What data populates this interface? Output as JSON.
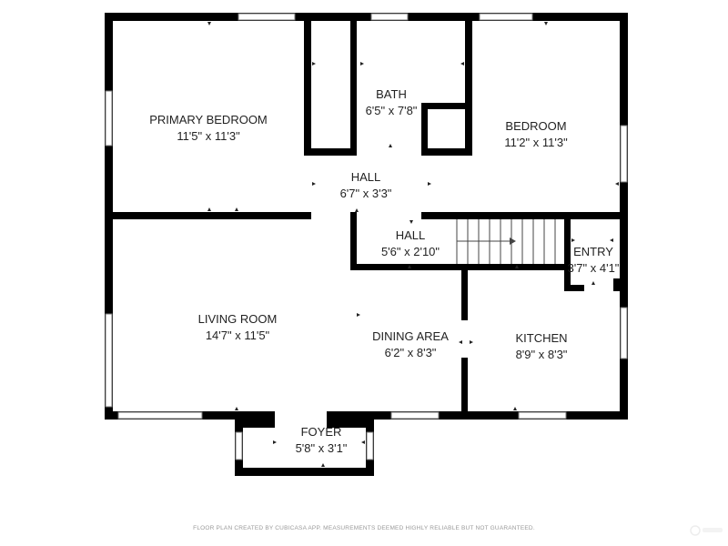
{
  "rooms": {
    "primary_bedroom": {
      "name": "PRIMARY BEDROOM",
      "dims": "11'5\" x 11'3\""
    },
    "bath": {
      "name": "BATH",
      "dims": "6'5\" x 7'8\""
    },
    "bedroom": {
      "name": "BEDROOM",
      "dims": "11'2\" x 11'3\""
    },
    "hall_upper": {
      "name": "HALL",
      "dims": "6'7\" x 3'3\""
    },
    "hall_lower": {
      "name": "HALL",
      "dims": "5'6\" x 2'10\""
    },
    "entry": {
      "name": "ENTRY",
      "dims": "3'7\" x 4'1\""
    },
    "living_room": {
      "name": "LIVING ROOM",
      "dims": "14'7\" x 11'5\""
    },
    "dining_area": {
      "name": "DINING AREA",
      "dims": "6'2\" x 8'3\""
    },
    "kitchen": {
      "name": "KITCHEN",
      "dims": "8'9\" x 8'3\""
    },
    "foyer": {
      "name": "FOYER",
      "dims": "5'8\" x 3'1\""
    }
  },
  "footer": {
    "disclaimer": "FLOOR PLAN CREATED BY CUBICASA APP. MEASUREMENTS DEEMED HIGHLY RELIABLE BUT NOT GUARANTEED."
  },
  "colors": {
    "wall": "#000000",
    "window": "#888888",
    "background": "#ffffff"
  }
}
